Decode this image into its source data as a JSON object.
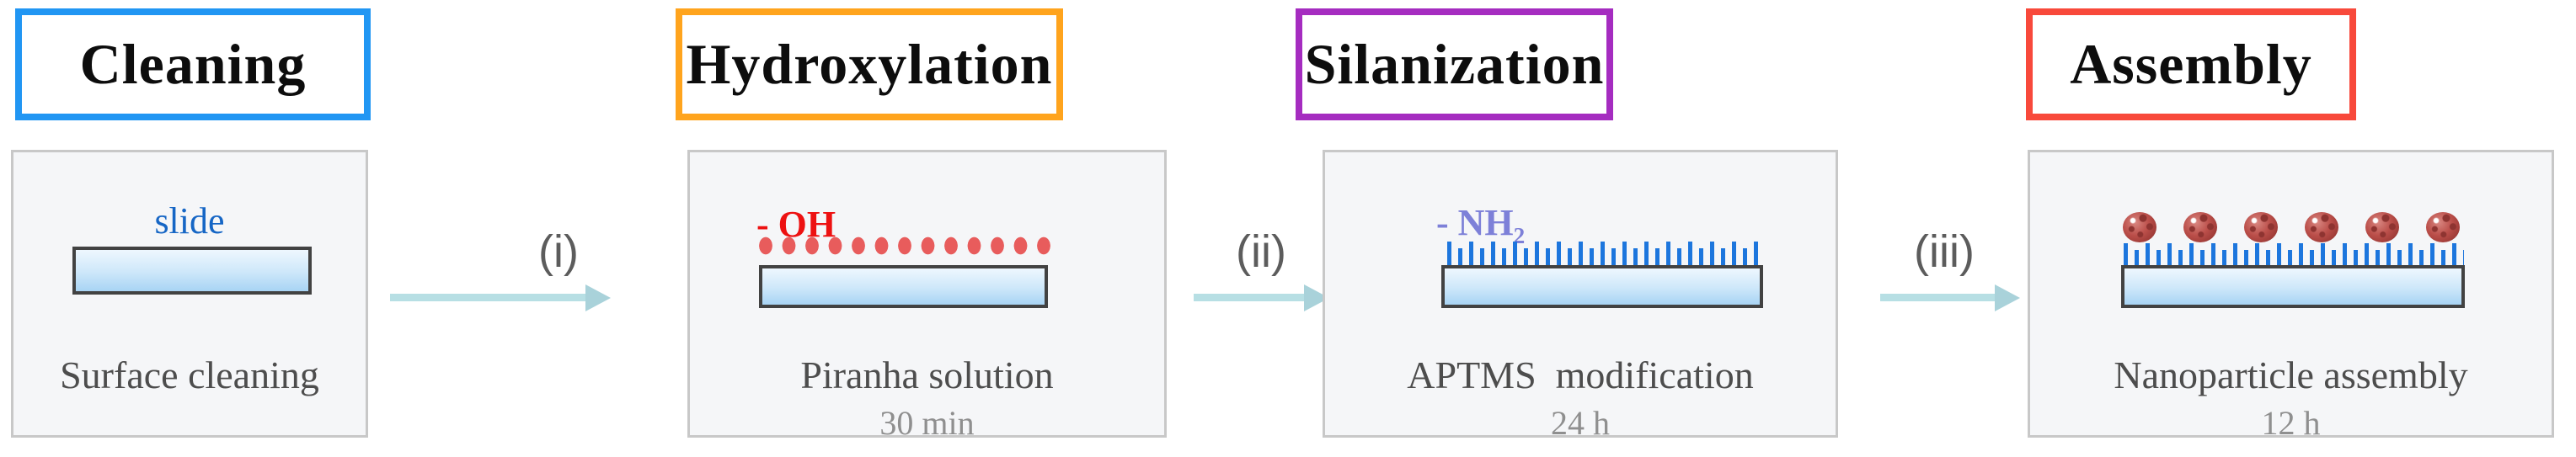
{
  "stages": [
    {
      "title": "Cleaning",
      "accent_color": "#2196f3",
      "panel": {
        "slide_label": "slide",
        "caption": "Surface cleaning"
      }
    },
    {
      "title": "Hydroxylation",
      "accent_color": "#ffa41d",
      "panel": {
        "group_label": "- OH",
        "dot_count": 13,
        "caption": "Piranha solution",
        "duration": "30 min"
      }
    },
    {
      "title": "Silanization",
      "accent_color": "#a52cc0",
      "panel": {
        "group_label_main": "- NH",
        "group_label_sub": "2",
        "caption": "APTMS  modification",
        "duration": "24 h"
      }
    },
    {
      "title": "Assembly",
      "accent_color": "#f8493b",
      "panel": {
        "nanoparticle_count": 6,
        "caption": "Nanoparticle assembly",
        "duration": "12 h"
      }
    }
  ],
  "arrows": [
    {
      "label": "(i)"
    },
    {
      "label": "(ii)"
    },
    {
      "label": "(iii)"
    }
  ],
  "palette": {
    "panel_bg": "#f5f6f8",
    "panel_border": "#c8c8c8",
    "slide_border": "#424242",
    "slide_fill_top": "#eef7fe",
    "slide_fill_bottom": "#a8d4f4",
    "slide_label_text": "#1666c5",
    "oh_text": "#ed1111",
    "oh_dot": "#e85c5c",
    "nh2_text": "#7d80d8",
    "bristle": "#1d76dd",
    "nanoparticle": "#bb4f4a",
    "arrow": "#b7dfe4",
    "arrow_label_text": "#5c5c5c",
    "caption_text": "#4d4d4d",
    "duration_text": "#8f8f8f"
  }
}
